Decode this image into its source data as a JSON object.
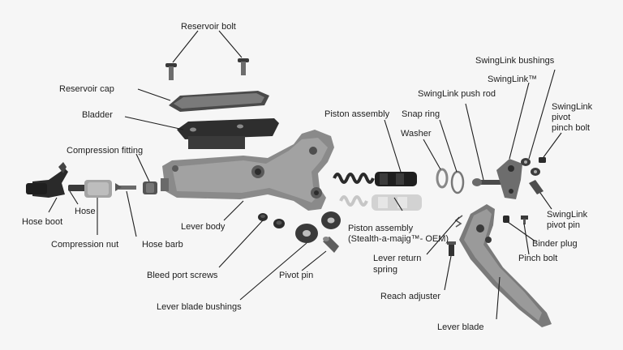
{
  "diagram": {
    "labels": {
      "reservoir_bolt": "Reservoir bolt",
      "reservoir_cap": "Reservoir cap",
      "bladder": "Bladder",
      "compression_fitting": "Compression fitting",
      "hose": "Hose",
      "hose_boot": "Hose boot",
      "compression_nut": "Compression nut",
      "hose_barb": "Hose barb",
      "lever_body": "Lever body",
      "bleed_port_screws": "Bleed port screws",
      "pivot_pin": "Pivot pin",
      "lever_blade_bushings": "Lever blade bushings",
      "piston_assembly": "Piston assembly",
      "piston_assembly_oem_line1": "Piston assembly",
      "piston_assembly_oem_line2": "(Stealth-a-majig™- OEM)",
      "snap_ring": "Snap ring",
      "washer": "Washer",
      "swinglink_push_rod": "SwingLink push rod",
      "swinglink_bushings": "SwingLink bushings",
      "swinglink": "SwingLink™",
      "swinglink_pivot_pinch_bolt_line1": "SwingLink",
      "swinglink_pivot_pinch_bolt_line2": "pivot",
      "swinglink_pivot_pinch_bolt_line3": "pinch bolt",
      "swinglink_pivot_pin_line1": "SwingLink",
      "swinglink_pivot_pin_line2": "pivot pin",
      "binder_plug": "Binder plug",
      "pinch_bolt": "Pinch bolt",
      "lever_return_spring_line1": "Lever return",
      "lever_return_spring_line2": "spring",
      "reach_adjuster": "Reach adjuster",
      "lever_blade": "Lever blade"
    }
  }
}
